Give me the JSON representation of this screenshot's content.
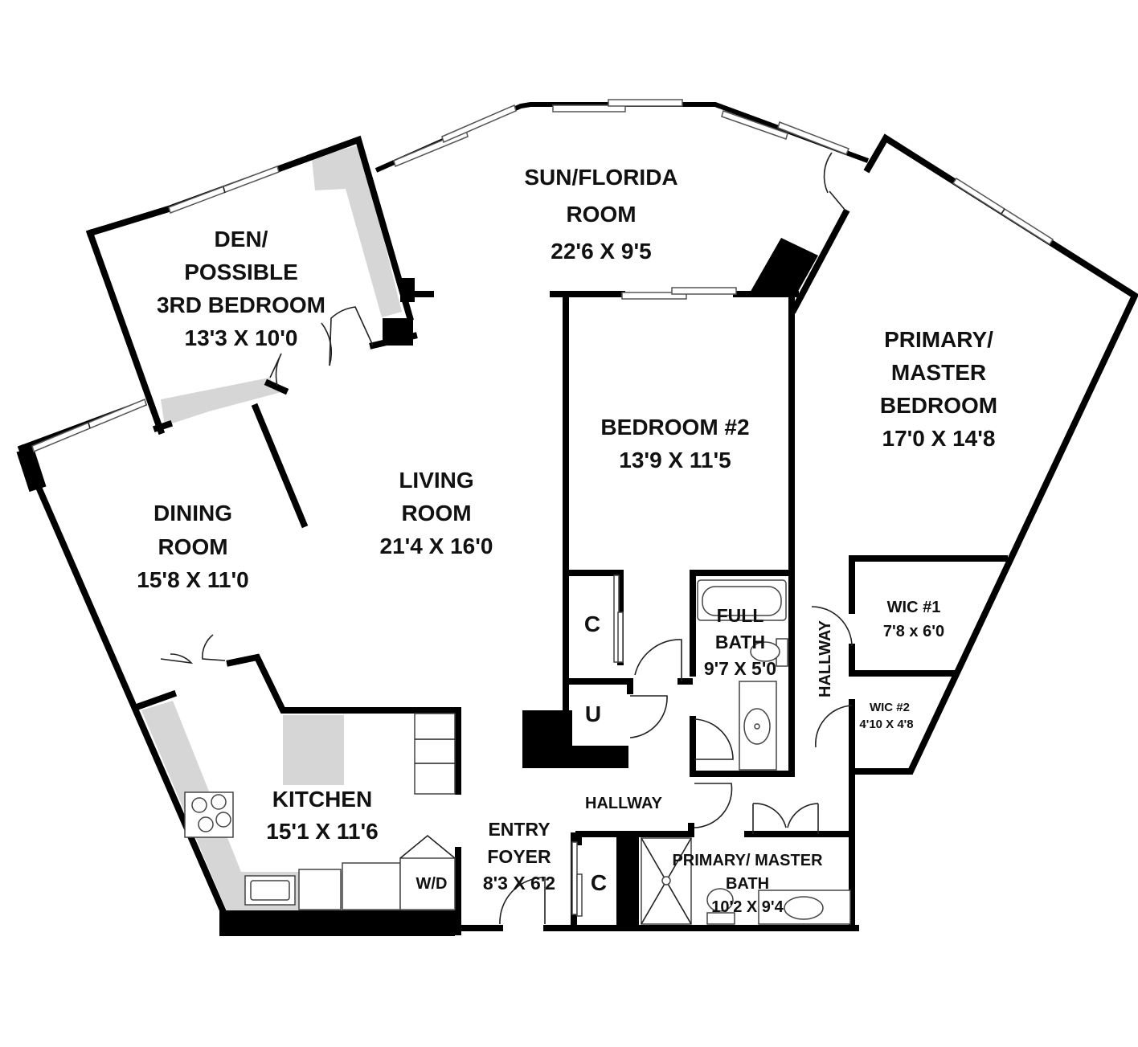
{
  "rooms": {
    "sun": {
      "name_1": "SUN/FLORIDA",
      "name_2": "ROOM",
      "size": "22'6 X 9'5"
    },
    "den": {
      "name_1": "DEN/",
      "name_2": "POSSIBLE",
      "name_3": "3RD BEDROOM",
      "size": "13'3 X 10'0"
    },
    "primary": {
      "name_1": "PRIMARY/",
      "name_2": "MASTER",
      "name_3": "BEDROOM",
      "size": "17'0 X 14'8"
    },
    "bedroom2": {
      "name": "BEDROOM #2",
      "size": "13'9 X 11'5"
    },
    "living": {
      "name_1": "LIVING",
      "name_2": "ROOM",
      "size": "21'4 X 16'0"
    },
    "dining": {
      "name_1": "DINING",
      "name_2": "ROOM",
      "size": "15'8 X 11'0"
    },
    "kitchen": {
      "name": "KITCHEN",
      "size": "15'1 X 11'6"
    },
    "full_bath": {
      "name_1": "FULL",
      "name_2": "BATH",
      "size": "9'7 X 5'0"
    },
    "wic1": {
      "name": "WIC #1",
      "size": "7'8 x 6'0"
    },
    "wic2": {
      "name": "WIC #2",
      "size": "4'10 X 4'8"
    },
    "hallway_v": {
      "name": "HALLWAY"
    },
    "hallway_h": {
      "name": "HALLWAY"
    },
    "closet_bed2": {
      "name": "C"
    },
    "utility": {
      "name": "U"
    },
    "closet_entry": {
      "name": "C"
    },
    "washer_dryer": {
      "name": "W/D"
    },
    "entry": {
      "name_1": "ENTRY",
      "name_2": "FOYER",
      "size": "8'3 X 6'2"
    },
    "master_bath": {
      "name_1": "PRIMARY/ MASTER",
      "name_2": "BATH",
      "size": "10'2 X 9'4"
    }
  }
}
